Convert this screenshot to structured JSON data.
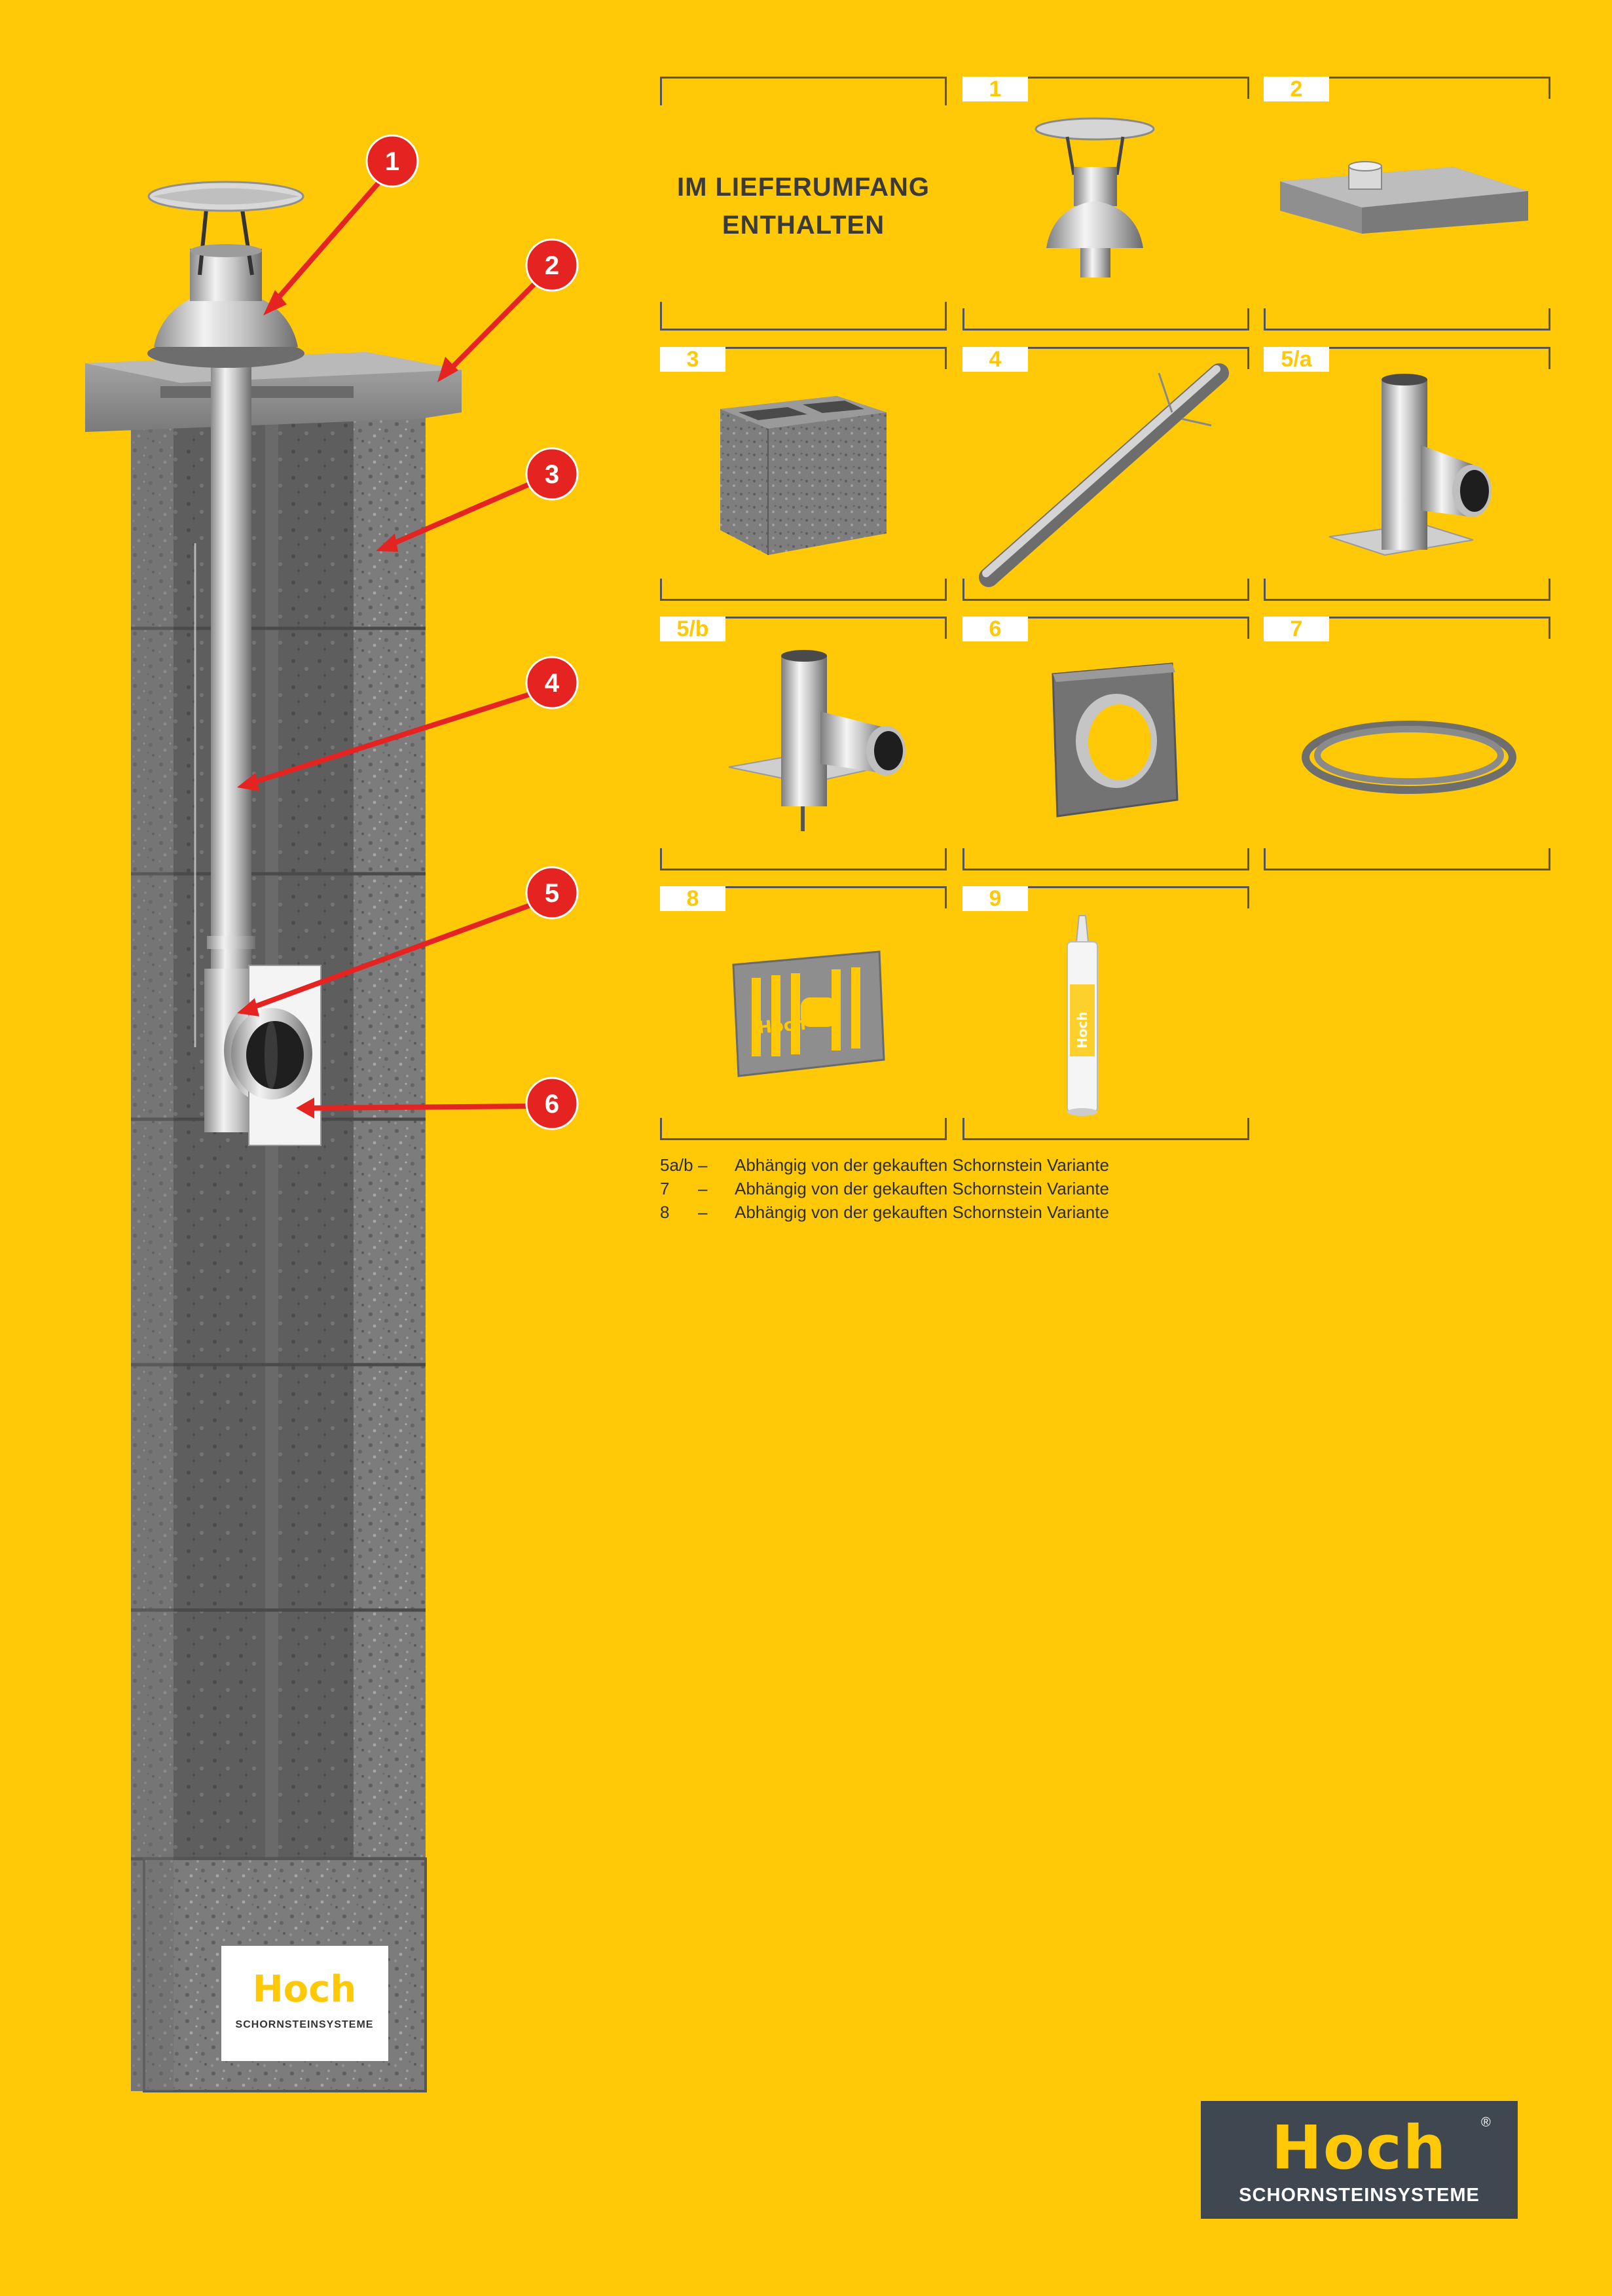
{
  "callouts": [
    "1",
    "2",
    "3",
    "4",
    "5",
    "6"
  ],
  "chimney_badge": {
    "brand": "Hoch",
    "subtitle": "SCHORNSTEINSYSTEME"
  },
  "intro_cell": {
    "line1": "IM LIEFERUMFANG",
    "line2": "ENTHALTEN"
  },
  "cells": [
    {
      "label": "1",
      "item": "chimney-cap"
    },
    {
      "label": "2",
      "item": "cover-plate"
    },
    {
      "label": "3",
      "item": "chimney-block"
    },
    {
      "label": "4",
      "item": "flue-pipe"
    },
    {
      "label": "5/a",
      "item": "tee-connector-a"
    },
    {
      "label": "5/b",
      "item": "tee-connector-b"
    },
    {
      "label": "6",
      "item": "wall-plate"
    },
    {
      "label": "7",
      "item": "sealing-ring"
    },
    {
      "label": "8",
      "item": "vent-grille"
    },
    {
      "label": "9",
      "item": "sealant-cartridge"
    }
  ],
  "grille_brand": "Hoch",
  "cartridge_brand": "Hoch",
  "notes": [
    {
      "key": "5a/b",
      "dash": "–",
      "text": "Abhängig von der gekauften Schornstein Variante"
    },
    {
      "key": "7",
      "dash": "–",
      "text": "Abhängig von der gekauften Schornstein Variante"
    },
    {
      "key": "8",
      "dash": "–",
      "text": "Abhängig von der gekauften Schornstein Variante"
    }
  ],
  "logo": {
    "brand": "Hoch",
    "registered": "®",
    "subtitle": "SCHORNSTEINSYSTEME"
  },
  "colors": {
    "background": "#FFC907",
    "callout_red": "#E52421",
    "logo_bg": "#3F4850",
    "concrete": "#7B7B7B"
  }
}
